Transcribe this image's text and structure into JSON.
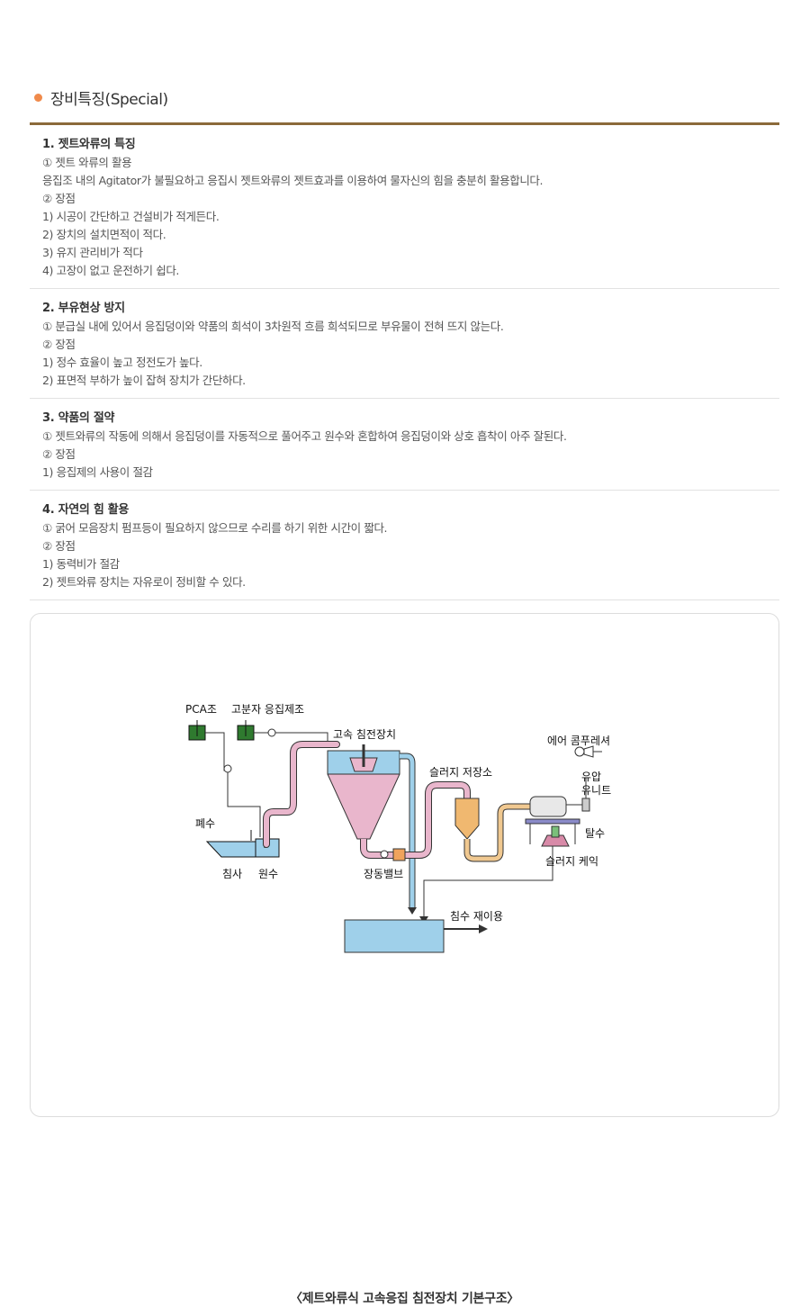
{
  "header": {
    "title": "장비특징(Special)"
  },
  "sections": [
    {
      "title": "1. 젯트와류의 특징",
      "lines": [
        "① 젯트 와류의 활용",
        "응집조 내의 Agitator가 불필요하고 응집시 젯트와류의 젯트효과를 이용하여 물자신의 힘을 충분히 활용합니다.",
        "② 장점",
        "1) 시공이 간단하고 건설비가 적게든다.",
        "2) 장치의 설치면적이 적다.",
        "3) 유지 관리비가 적다",
        "4) 고장이 없고 운전하기 쉽다."
      ]
    },
    {
      "title": "2. 부유현상 방지",
      "lines": [
        "① 분급실 내에 있어서 응집덩이와 약품의 희석이 3차원적 흐름 희석되므로 부유물이 전혀 뜨지 않는다.",
        "② 장점",
        "1) 정수 효율이 높고 정전도가 높다.",
        "2) 표면적 부하가 높이 잡혀 장치가 간단하다."
      ]
    },
    {
      "title": "3. 약품의 절약",
      "lines": [
        "① 젯트와류의 작동에 의해서 응집덩이를 자동적으로 풀어주고 원수와 혼합하여 응집덩이와 상호 흡착이 아주 잘된다.",
        "② 장점",
        "1) 응집제의 사용이 절감"
      ]
    },
    {
      "title": "4. 자연의 힘 활용",
      "lines": [
        "① 굵어 모음장치 펌프등이 필요하지 않으므로 수리를 하기 위한 시간이 짧다.",
        "② 장점",
        "1) 동력비가 절감",
        "2) 젯트와류 장치는 자유로이 정비할 수 있다."
      ]
    }
  ],
  "diagram": {
    "labels": {
      "pca": "PCA조",
      "polymer": "고분자 응집제조",
      "clarifier": "고속 침전장치",
      "air": "에어 콤푸레셔",
      "sludge_store": "슬러지 저장소",
      "hydraulic1": "유압",
      "hydraulic2": "유니트",
      "wastewater": "폐수",
      "dewater": "탈수",
      "grit": "침사",
      "raw": "원수",
      "valve": "장동밸브",
      "cake": "슬러지 케익",
      "reuse": "침수 재이용"
    },
    "caption": "〈제트와류식 고속응집 침전장치 기본구조〉"
  }
}
